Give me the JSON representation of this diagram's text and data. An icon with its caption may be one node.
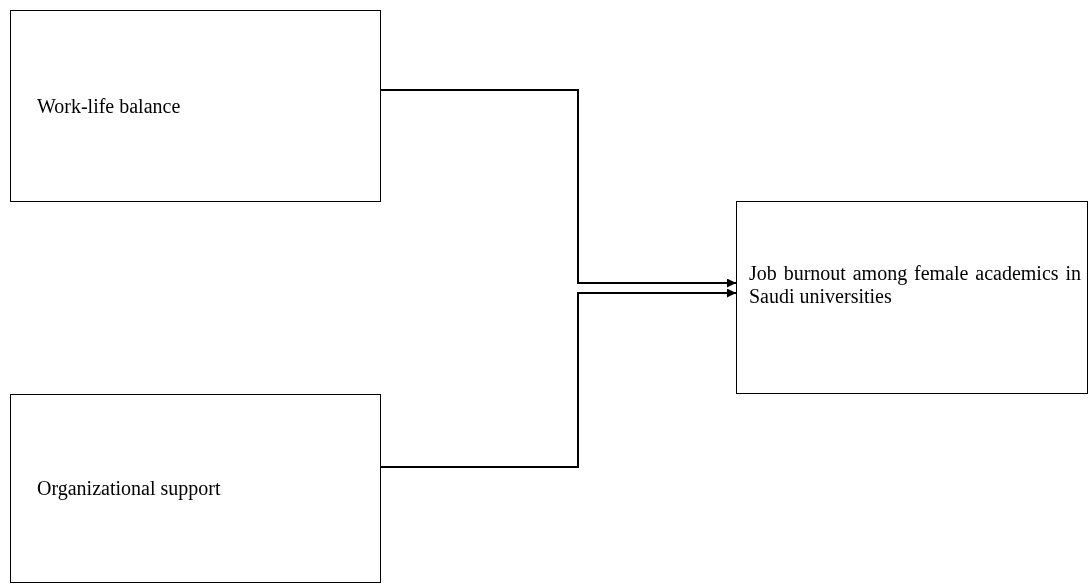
{
  "diagram": {
    "nodes": [
      {
        "text": [
          "Work-life balance"
        ]
      },
      {
        "text": [
          "Organizational support"
        ]
      },
      {
        "text": [
          "Job burnout among female academics in Saudi universities"
        ]
      }
    ],
    "edges": [
      {
        "from": 0,
        "to": 2,
        "arrow": "to"
      },
      {
        "from": 1,
        "to": 2,
        "arrow": "to"
      }
    ]
  }
}
